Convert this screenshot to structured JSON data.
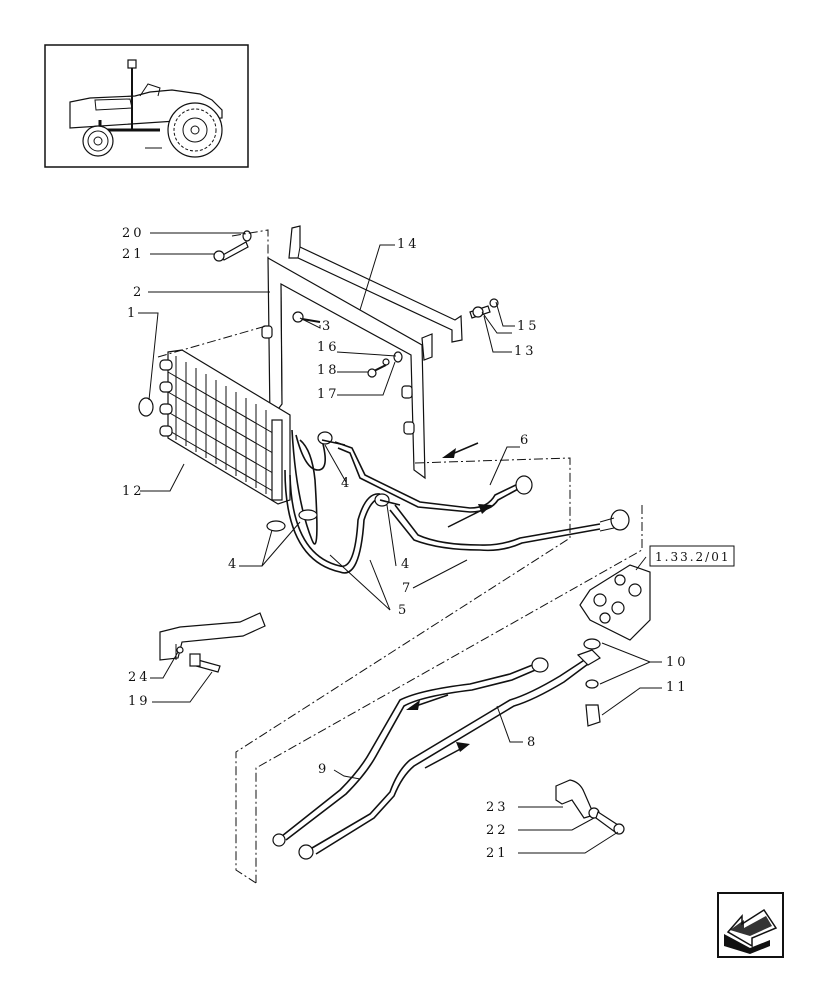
{
  "callouts": {
    "c20": "20",
    "c21a": "21",
    "c2": "2",
    "c1": "1",
    "c14": "14",
    "c3": "3",
    "c15": "15",
    "c13": "13",
    "c16": "16",
    "c18": "18",
    "c17": "17",
    "c6": "6",
    "c12": "12",
    "c4a": "4",
    "c4b": "4",
    "c4c": "4",
    "c7": "7",
    "c5": "5",
    "c10": "10",
    "c11": "11",
    "c24": "24",
    "c19": "19",
    "c8": "8",
    "c9": "9",
    "c23": "23",
    "c22": "22",
    "c21b": "21"
  },
  "reference": {
    "text": "1.33.2/01"
  },
  "icons": {
    "thumbnail": "tractor-thumbnail",
    "nav": "back-arrow-icon"
  }
}
